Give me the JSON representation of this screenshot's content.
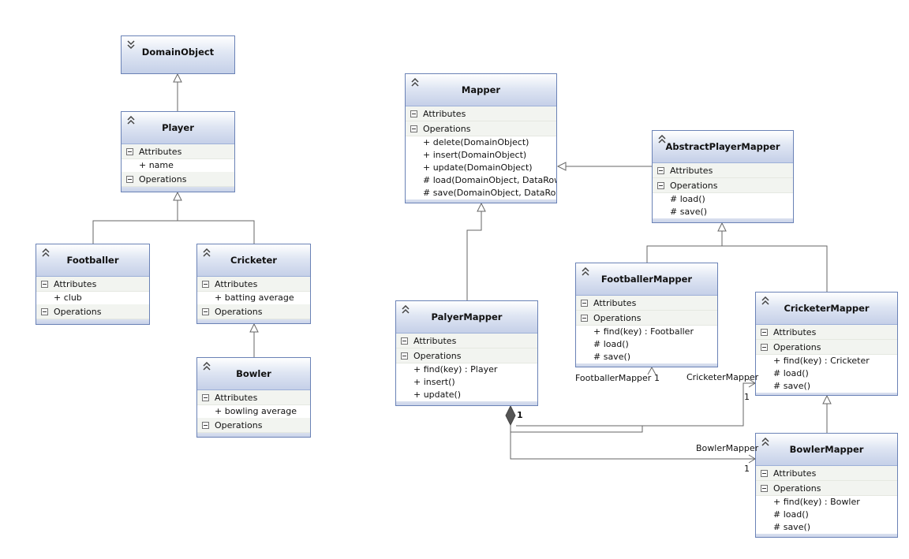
{
  "classes": {
    "domain_object": {
      "title": "DomainObject"
    },
    "player": {
      "title": "Player",
      "attributes_label": "Attributes",
      "operations_label": "Operations",
      "attributes": [
        "+ name"
      ]
    },
    "footballer": {
      "title": "Footballer",
      "attributes_label": "Attributes",
      "operations_label": "Operations",
      "attributes": [
        "+ club"
      ]
    },
    "cricketer": {
      "title": "Cricketer",
      "attributes_label": "Attributes",
      "operations_label": "Operations",
      "attributes": [
        "+ batting average"
      ]
    },
    "bowler": {
      "title": "Bowler",
      "attributes_label": "Attributes",
      "operations_label": "Operations",
      "attributes": [
        "+ bowling average"
      ]
    },
    "mapper": {
      "title": "Mapper",
      "attributes_label": "Attributes",
      "operations_label": "Operations",
      "operations": [
        "+ delete(DomainObject)",
        "+ insert(DomainObject)",
        "+ update(DomainObject)",
        "# load(DomainObject, DataRow)",
        "# save(DomainObject, DataRow)"
      ]
    },
    "abstract_player_mapper": {
      "title": "AbstractPlayerMapper",
      "attributes_label": "Attributes",
      "operations_label": "Operations",
      "operations": [
        "# load()",
        "# save()"
      ]
    },
    "palyer_mapper": {
      "title": "PalyerMapper",
      "attributes_label": "Attributes",
      "operations_label": "Operations",
      "operations": [
        "+ find(key) : Player",
        "+ insert()",
        "+ update()"
      ]
    },
    "footballer_mapper": {
      "title": "FootballerMapper",
      "attributes_label": "Attributes",
      "operations_label": "Operations",
      "operations": [
        "+ find(key) : Footballer",
        "# load()",
        "# save()"
      ]
    },
    "cricketer_mapper": {
      "title": "CricketerMapper",
      "attributes_label": "Attributes",
      "operations_label": "Operations",
      "operations": [
        "+ find(key) : Cricketer",
        "# load()",
        "# save()"
      ]
    },
    "bowler_mapper": {
      "title": "BowlerMapper",
      "attributes_label": "Attributes",
      "operations_label": "Operations",
      "operations": [
        "+ find(key) : Bowler",
        "# load()",
        "# save()"
      ]
    }
  },
  "associations": {
    "composite_multiplicity": "1",
    "footballer_mapper": {
      "role": "FootballerMapper",
      "multiplicity": "1"
    },
    "cricketer_mapper": {
      "role": "CricketerMapper",
      "multiplicity": "1"
    },
    "bowler_mapper": {
      "role": "BowlerMapper",
      "multiplicity": "1"
    }
  },
  "colors": {
    "border": "#6a82b6",
    "header_top": "#ffffff",
    "header_bottom": "#c5d0e8",
    "compartment": "#f2f4f0",
    "line": "#555555"
  }
}
